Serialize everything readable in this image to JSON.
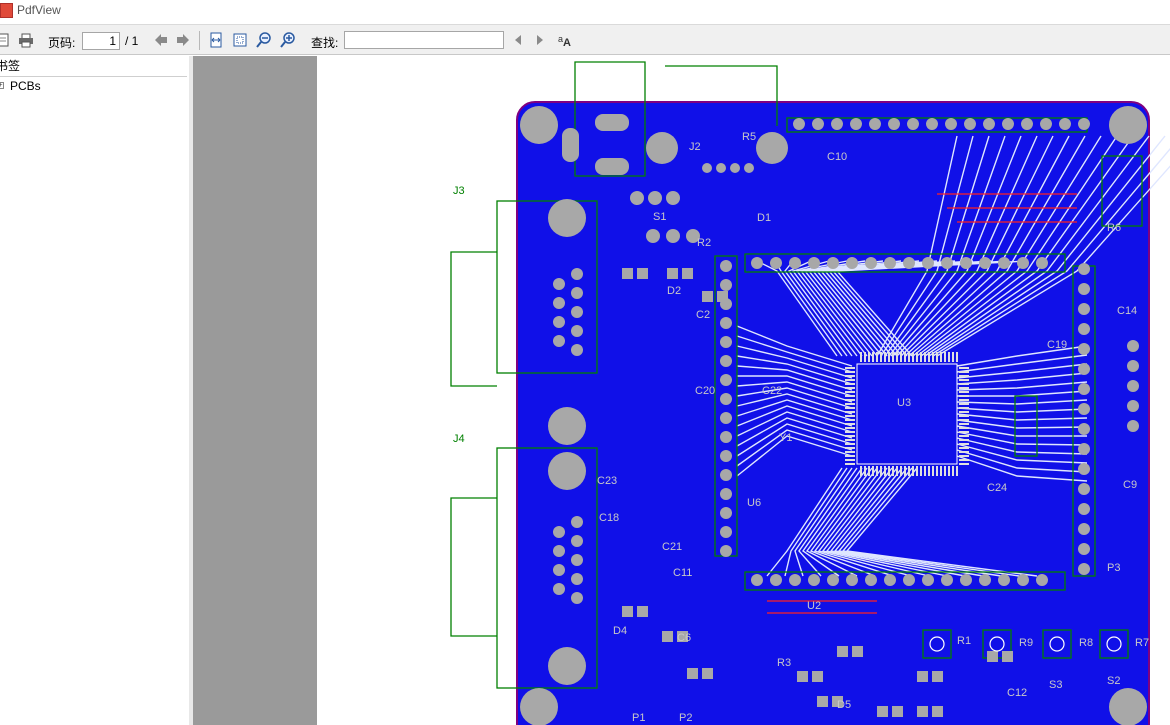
{
  "window": {
    "title": "PdfView"
  },
  "toolbar": {
    "page_label": "页码:",
    "page_current": "1",
    "page_total": "/ 1",
    "search_label": "查找:",
    "search_value": ""
  },
  "sidebar": {
    "header": "书签",
    "tree": [
      {
        "label": "PCBs",
        "toggle": "+"
      }
    ]
  },
  "pcb": {
    "board_color": "#1010e8",
    "silk_color": "#008000",
    "outline_color": "#800080",
    "pad_color": "#a8a8a8",
    "labels": [
      "J2",
      "R5",
      "S1",
      "R2",
      "D1",
      "C10",
      "D2",
      "C2",
      "J3",
      "J4",
      "R6",
      "U3",
      "C24",
      "C20",
      "C14",
      "C9",
      "U6",
      "C22",
      "C11",
      "C6",
      "U2",
      "R3",
      "P1",
      "P2",
      "D4",
      "D5",
      "C12",
      "S2",
      "S3",
      "R7",
      "R8",
      "R9",
      "C19",
      "P3",
      "C21",
      "C23",
      "C18",
      "R1",
      "Y1"
    ]
  }
}
